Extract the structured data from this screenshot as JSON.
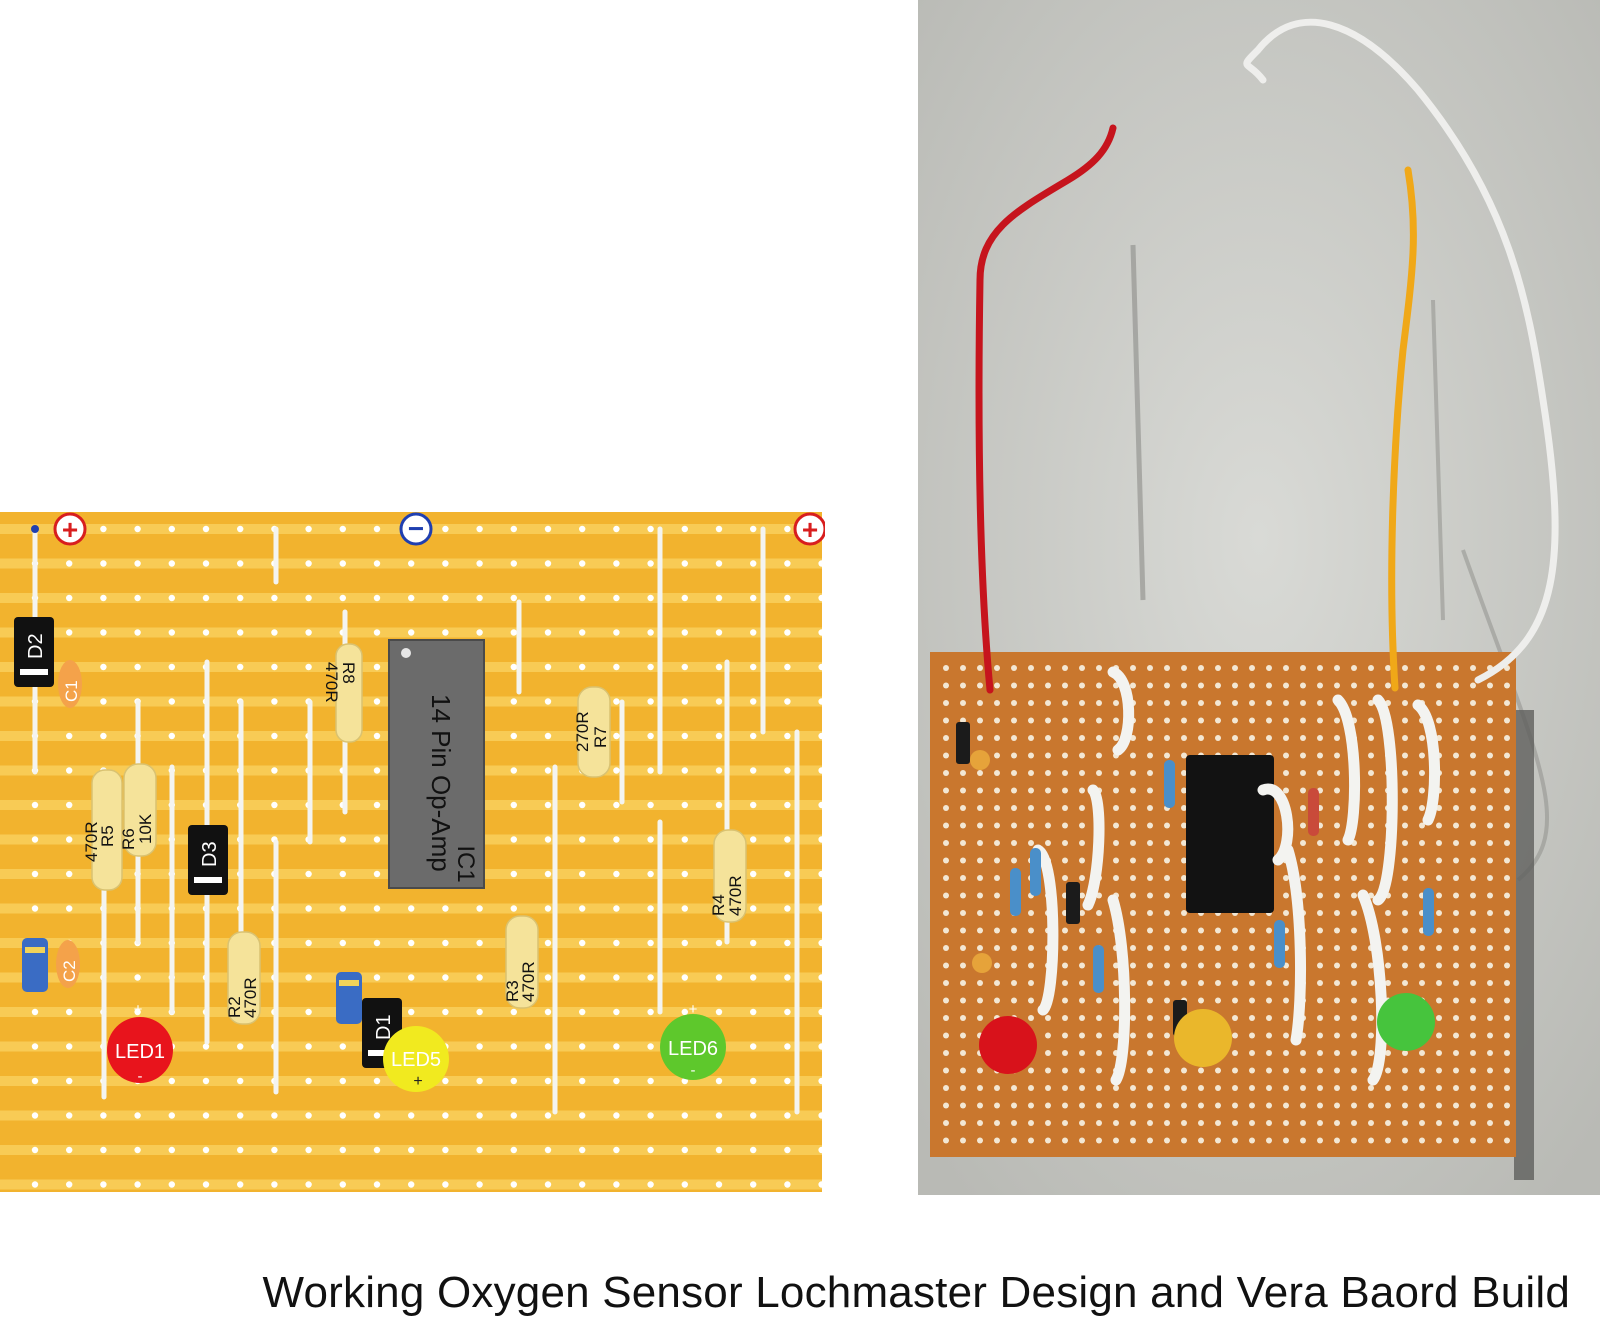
{
  "caption": "Working Oxygen Sensor Lochmaster Design and Vera Baord Build",
  "layout": {
    "power_plus_left": "+",
    "power_minus": "−",
    "power_plus_right": "+",
    "ic": {
      "label": "14 Pin Op-Amp",
      "ref": "IC1"
    },
    "resistors": [
      {
        "ref": "R8",
        "value": "470R"
      },
      {
        "ref": "R7",
        "value": "270R"
      },
      {
        "ref": "R5",
        "value": "470R"
      },
      {
        "ref": "R6",
        "value": "10K"
      },
      {
        "ref": "R2",
        "value": "470R"
      },
      {
        "ref": "R3",
        "value": "470R"
      },
      {
        "ref": "R4",
        "value": "470R"
      }
    ],
    "diodes": [
      "D2",
      "D3",
      "D1"
    ],
    "capacitors": [
      "C1",
      "C2"
    ],
    "leds": [
      "LED1",
      "LED5",
      "LED6"
    ],
    "led_polarity_plus": "+",
    "led_polarity_minus": "-"
  },
  "colors": {
    "board": "#f2b32e",
    "strip": "#f8cb55",
    "hole": "#ffffff",
    "resistor": "#f5e39a",
    "ic": "#6b6b6b",
    "led_red": "#e8141c",
    "led_yellow": "#f1ea1f",
    "led_green": "#5ec82c",
    "photo_bg": "#c9cac6",
    "perfboard": "#c9772e"
  }
}
